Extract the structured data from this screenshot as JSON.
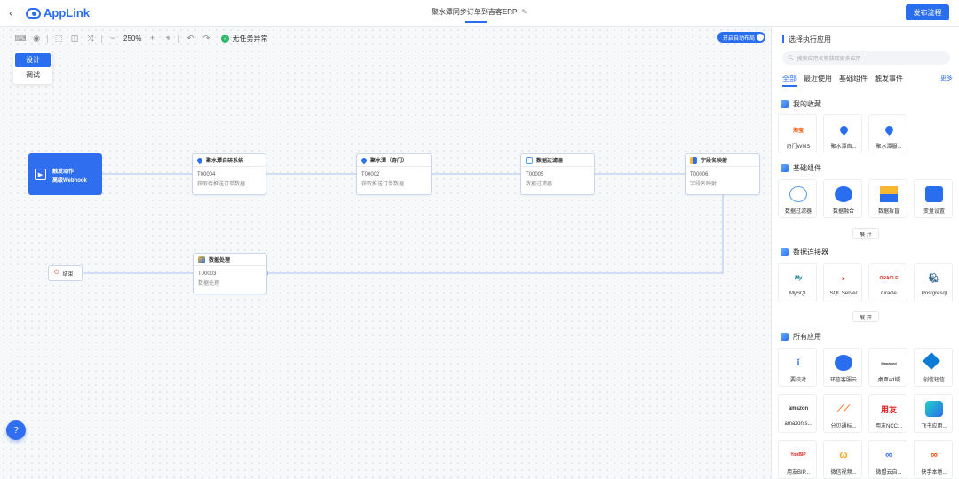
{
  "header": {
    "logo_text": "AppLink",
    "doc_title": "聚水潭同步订单到吉客ERP",
    "publish_label": "发布流程"
  },
  "toolbar": {
    "zoom": "250%",
    "status_text": "无任务异常",
    "auto_layout": "开启自动布局"
  },
  "modes": {
    "design": "设计",
    "debug": "调试"
  },
  "flow": {
    "trigger": {
      "title": "触发动作",
      "subtitle": "高级Webhook"
    },
    "nodes": [
      {
        "title": "聚水潭自研系统",
        "id": "T00004",
        "desc": "获取待推送订单数据"
      },
      {
        "title": "聚水潭（奇门）",
        "id": "T00002",
        "desc": "获取推送订单数据"
      },
      {
        "title": "数据过滤器",
        "id": "T00005",
        "desc": "数据过滤器"
      },
      {
        "title": "字段名映射",
        "id": "T00006",
        "desc": "字段名映射"
      },
      {
        "title": "数据处理",
        "id": "T00003",
        "desc": "数据处理"
      }
    ],
    "end_label": "结束"
  },
  "panel": {
    "title": "选择执行应用",
    "search_placeholder": "搜索应用名称获取更多应用",
    "tabs": [
      "全部",
      "最近使用",
      "基础组件",
      "触发事件"
    ],
    "more": "更多",
    "sections": {
      "favorites": {
        "title": "我的收藏",
        "items": [
          "奇门WMS",
          "聚水潭自...",
          "聚水潭服..."
        ]
      },
      "basic": {
        "title": "基础组件",
        "items": [
          "数据过滤器",
          "数据融合",
          "数据拆盲",
          "变量设置"
        ],
        "expand": "展 开"
      },
      "db": {
        "title": "数据连接器",
        "items": [
          "MySQL",
          "SQL Server",
          "Oracle",
          "Postgresql"
        ],
        "expand": "展 开"
      },
      "all": {
        "title": "所有应用",
        "items": [
          "要校对",
          "环信客服云",
          "桌面ad域",
          "创信短信",
          "amazon s...",
          "分贝通标...",
          "用友NCC...",
          "飞书应用...",
          "用友BIP...",
          "微信视频...",
          "微盟云自...",
          "快手本地..."
        ]
      }
    }
  }
}
